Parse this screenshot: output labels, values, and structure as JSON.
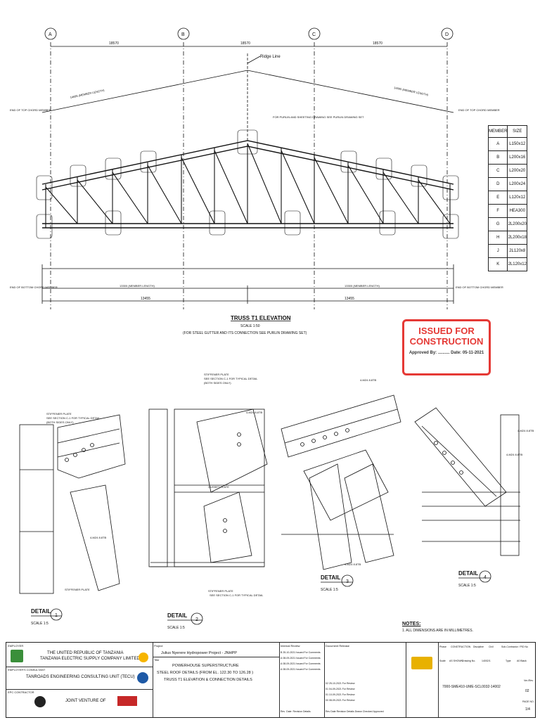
{
  "grid_labels": [
    "A",
    "B",
    "C",
    "D"
  ],
  "top_dims": [
    "18570",
    "18570",
    "18570"
  ],
  "ridge_label": "Ridge Line",
  "purlin_note": "FOR PURLIN AND SHEETING DRAWING SEE PURLIN DRAWING SET",
  "end_top_left": "END OF TOP CHORD MEMBER",
  "end_top_right": "END OF TOP CHORD MEMBER",
  "end_bottom_left": "END OF BOTTOM CHORD MEMBER",
  "end_bottom_right": "END OF BOTTOM CHORD MEMBER",
  "top_member_length": "14695 (MEMBER LENGTH)",
  "bottom_member_length": "13300 (MEMBER LENGTH)",
  "total_bottom": [
    "13455",
    "13455"
  ],
  "member_table": {
    "headers": [
      "MEMBER",
      "SIZE"
    ],
    "rows": [
      [
        "A",
        "L150x12"
      ],
      [
        "B",
        "L200x16"
      ],
      [
        "C",
        "L200x20"
      ],
      [
        "D",
        "L200x24"
      ],
      [
        "E",
        "L120x12"
      ],
      [
        "F",
        "HEA300"
      ],
      [
        "G",
        "2L200x20"
      ],
      [
        "H",
        "2L200x18"
      ],
      [
        "J",
        "2L120x8"
      ],
      [
        "K",
        "2L120x12"
      ]
    ]
  },
  "elevation_title": "TRUSS T1 ELEVATION",
  "elevation_scale": "SCALE 1:50",
  "elevation_note": "(FOR STEEL GUTTER AND ITS CONNECTION SEE PURLIN DRAWING SET)",
  "stamp": {
    "line1": "ISSUED FOR",
    "line2": "CONSTRUCTION",
    "line3": "Approved By: ..........  Date: 05-11-2021"
  },
  "details": [
    {
      "label": "DETAIL",
      "num": "1",
      "scale": "SCALE 1:5"
    },
    {
      "label": "DETAIL",
      "num": "2",
      "scale": "SCALE 1:5"
    },
    {
      "label": "DETAIL",
      "num": "3",
      "scale": "SCALE 1:5"
    },
    {
      "label": "DETAIL",
      "num": "4",
      "scale": "SCALE 1:5"
    }
  ],
  "detail_notes": {
    "stiffener_plate": "STIFFENER PLATE",
    "see_section": "SEE SECTION C-1 FOR TYPICAL DETAIL",
    "both_sides": "(BOTH SIDES ONLY)",
    "holes": "4-M24 8.8TB",
    "gusset": "GUSSET PLATE",
    "hea": "HEA300"
  },
  "notes": {
    "title": "NOTES:",
    "item": "1.   ALL DIMENSIONS ARE IN MILLIMETRES."
  },
  "title_block": {
    "employer_label": "EMPLOYER",
    "employer_1": "THE UNITED REPUBLIC OF TANZANIA",
    "employer_2": "TANZANIA ELECTRIC SUPPLY COMPANY LIMITED",
    "engineer_label": "EMPLOYER'S CONSULTANT",
    "engineer": "TANROADS ENGINEERING CONSULTING UNIT (TECU)",
    "contractor_label": "EPC CONTRACTOR",
    "contractor": "JOINT VENTURE OF",
    "project_label": "Project",
    "project": "Julius Nyerere Hydropower Project - JNHPP",
    "title_label": "Title",
    "title_1": "POWERHOUSE SUPERSTRUCTURE",
    "title_2": "STEEL ROOF DETAILS (FROM EL. 122.30 TO 126.28 )",
    "title_3": "TRUSS T1 ELEVATION & CONNECTION DETAILS",
    "internal_review": "Internal Review",
    "document_release": "Document Release",
    "review_rows": [
      [
        "B",
        "25-10-2021",
        "Issued For Comments"
      ],
      [
        "A",
        "08-09-2021",
        "Issued For Comments"
      ],
      [
        "A",
        "08-09-2021",
        "Issued For Comments"
      ],
      [
        "A",
        "08-09-2021",
        "Issued For Comments"
      ]
    ],
    "release_rows": [
      [
        "02",
        "25-10-2021",
        "For Review"
      ],
      [
        "01",
        "04-09-2021",
        "For Review"
      ],
      [
        "01",
        "10-09-2021",
        "For Review"
      ],
      [
        "00",
        "08-09-2021",
        "For Review"
      ]
    ],
    "review_headers": [
      "Rev",
      "Date",
      "Revision Details"
    ],
    "release_headers": [
      "Rev",
      "Date",
      "Revision Details",
      "Drawn",
      "Checked",
      "Approved"
    ],
    "phase_label": "Phase",
    "phase": "CONSTRUCTION",
    "discipline_label": "Discipline",
    "discipline": "Civil",
    "scale_label": "Scale",
    "scale": "AS SHOWN",
    "drawing_no_label": "Drawing No.",
    "drawing_no": "14002/1",
    "type_label": "Type",
    "type": "A0 Black",
    "doc_no": "7000-SME410-UME-SCL0032-14002",
    "sub_contractor_label": "Sub-Contractor / PID No",
    "ver_rev_label": "Ver./Rev",
    "ver_rev": "02",
    "page_label": "PAGE NO.",
    "page": "1/4"
  }
}
